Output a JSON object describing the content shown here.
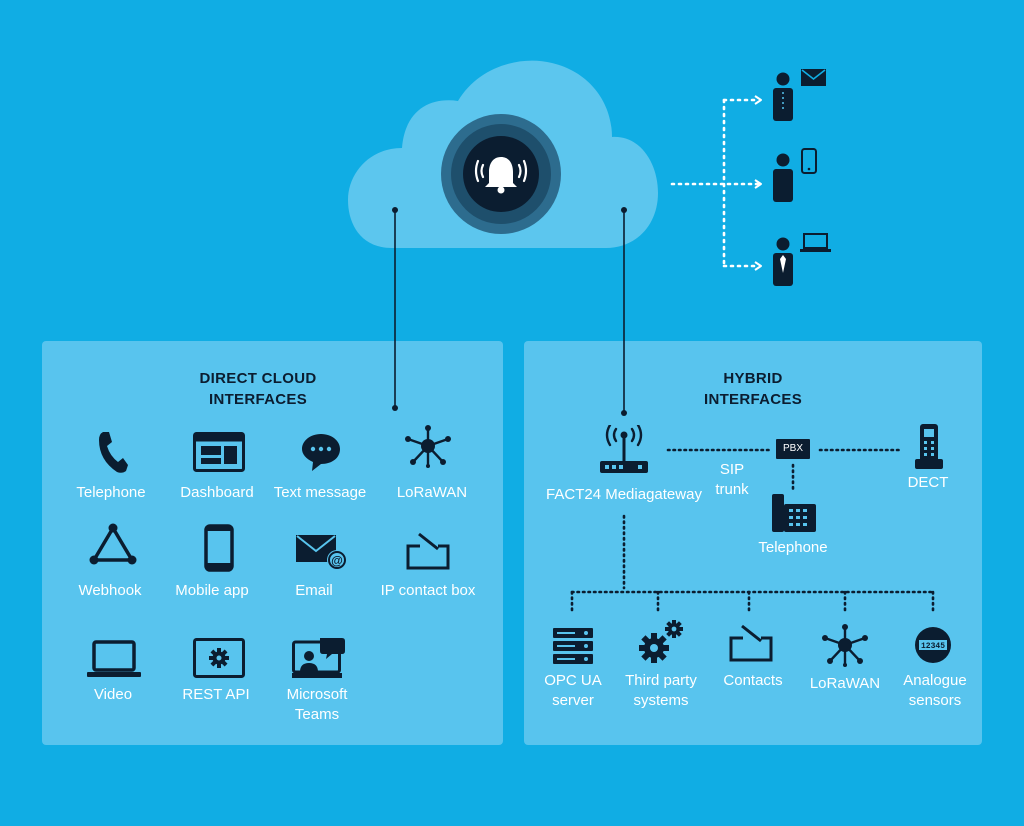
{
  "direct": {
    "title_line1": "DIRECT CLOUD",
    "title_line2": "INTERFACES",
    "items": [
      {
        "label": "Telephone",
        "icon": "phone-icon"
      },
      {
        "label": "Dashboard",
        "icon": "dashboard-icon"
      },
      {
        "label": "Text message",
        "icon": "chat-bubble-icon"
      },
      {
        "label": "LoRaWAN",
        "icon": "network-hub-icon"
      },
      {
        "label": "Webhook",
        "icon": "webhook-icon"
      },
      {
        "label": "Mobile app",
        "icon": "smartphone-icon"
      },
      {
        "label": "Email",
        "icon": "email-icon"
      },
      {
        "label": "IP contact box",
        "icon": "contact-box-icon"
      },
      {
        "label": "Video",
        "icon": "laptop-icon"
      },
      {
        "label": "REST API",
        "icon": "api-gear-icon"
      },
      {
        "label_line1": "Microsoft",
        "label_line2": "Teams",
        "icon": "teams-icon"
      }
    ]
  },
  "hybrid": {
    "title_line1": "HYBRID",
    "title_line2": "INTERFACES",
    "gateway": "FACT24 Mediagateway",
    "sip_line1": "SIP",
    "sip_line2": "trunk",
    "pbx": "PBX",
    "dect": "DECT",
    "telephone": "Telephone",
    "items": [
      {
        "label_line1": "OPC UA",
        "label_line2": "server",
        "icon": "server-icon"
      },
      {
        "label_line1": "Third party",
        "label_line2": "systems",
        "icon": "gears-icon"
      },
      {
        "label_line1": "Contacts",
        "label_line2": "",
        "icon": "contact-box-icon"
      },
      {
        "label_line1": "LoRaWAN",
        "label_line2": "",
        "icon": "network-hub-icon"
      },
      {
        "label_line1": "Analogue",
        "label_line2": "sensors",
        "icon": "meter-icon"
      }
    ]
  },
  "recipients": [
    {
      "icon": "person-icon",
      "device": "envelope-icon"
    },
    {
      "icon": "person-icon",
      "device": "smartphone-icon"
    },
    {
      "icon": "person-icon",
      "device": "laptop-icon"
    }
  ],
  "meter_reading": "12345",
  "colors": {
    "background": "#10ADE4",
    "panel": "#58C4EE",
    "cloud": "#5CC6EE",
    "icon_dark": "#0B1D30",
    "alarm_ring": "#1E4F6C"
  }
}
